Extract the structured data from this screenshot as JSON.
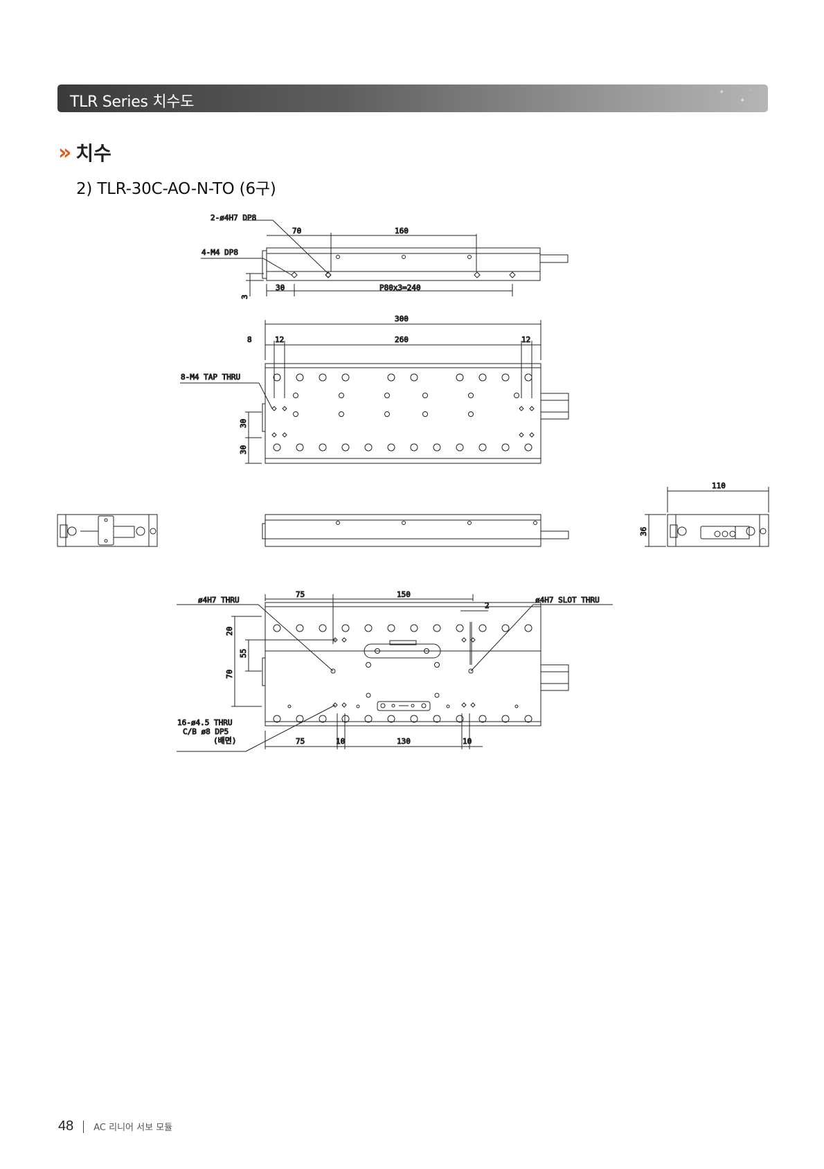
{
  "header": {
    "banner_title": "TLR Series 치수도"
  },
  "section": {
    "chevron": "»",
    "title": "치수"
  },
  "subtitle": "2) TLR-30C-AO-N-TO (6구)",
  "drawing_labels": {
    "v1_dia": "2-ø4H7 DP8",
    "v1_70": "70",
    "v1_160": "160",
    "v1_m4": "4-M4 DP8",
    "v1_30": "30",
    "v1_pitch": "P80x3=240",
    "v1_3": "3",
    "v2_300": "300",
    "v2_8": "8",
    "v2_12a": "12",
    "v2_260": "260",
    "v2_12b": "12",
    "v2_tap": "8-M4 TAP THRU",
    "v2_30a": "30",
    "v2_30b": "30",
    "v4_110": "110",
    "v4_36": "36",
    "v5_thru": "ø4H7 THRU",
    "v5_75": "75",
    "v5_150": "150",
    "v5_2": "2",
    "v5_slot": "ø4H7 SLOT THRU",
    "v5_20": "20",
    "v5_55": "55",
    "v5_70": "70",
    "v5_cb1": "16-ø4.5 THRU",
    "v5_cb2": "C/B ø8 DP5",
    "v5_cb3": "(배면)",
    "v5_75b": "75",
    "v5_10a": "10",
    "v5_130": "130",
    "v5_10b": "10"
  },
  "footer": {
    "page_number": "48",
    "text": "AC 리니어 서보 모듈"
  }
}
